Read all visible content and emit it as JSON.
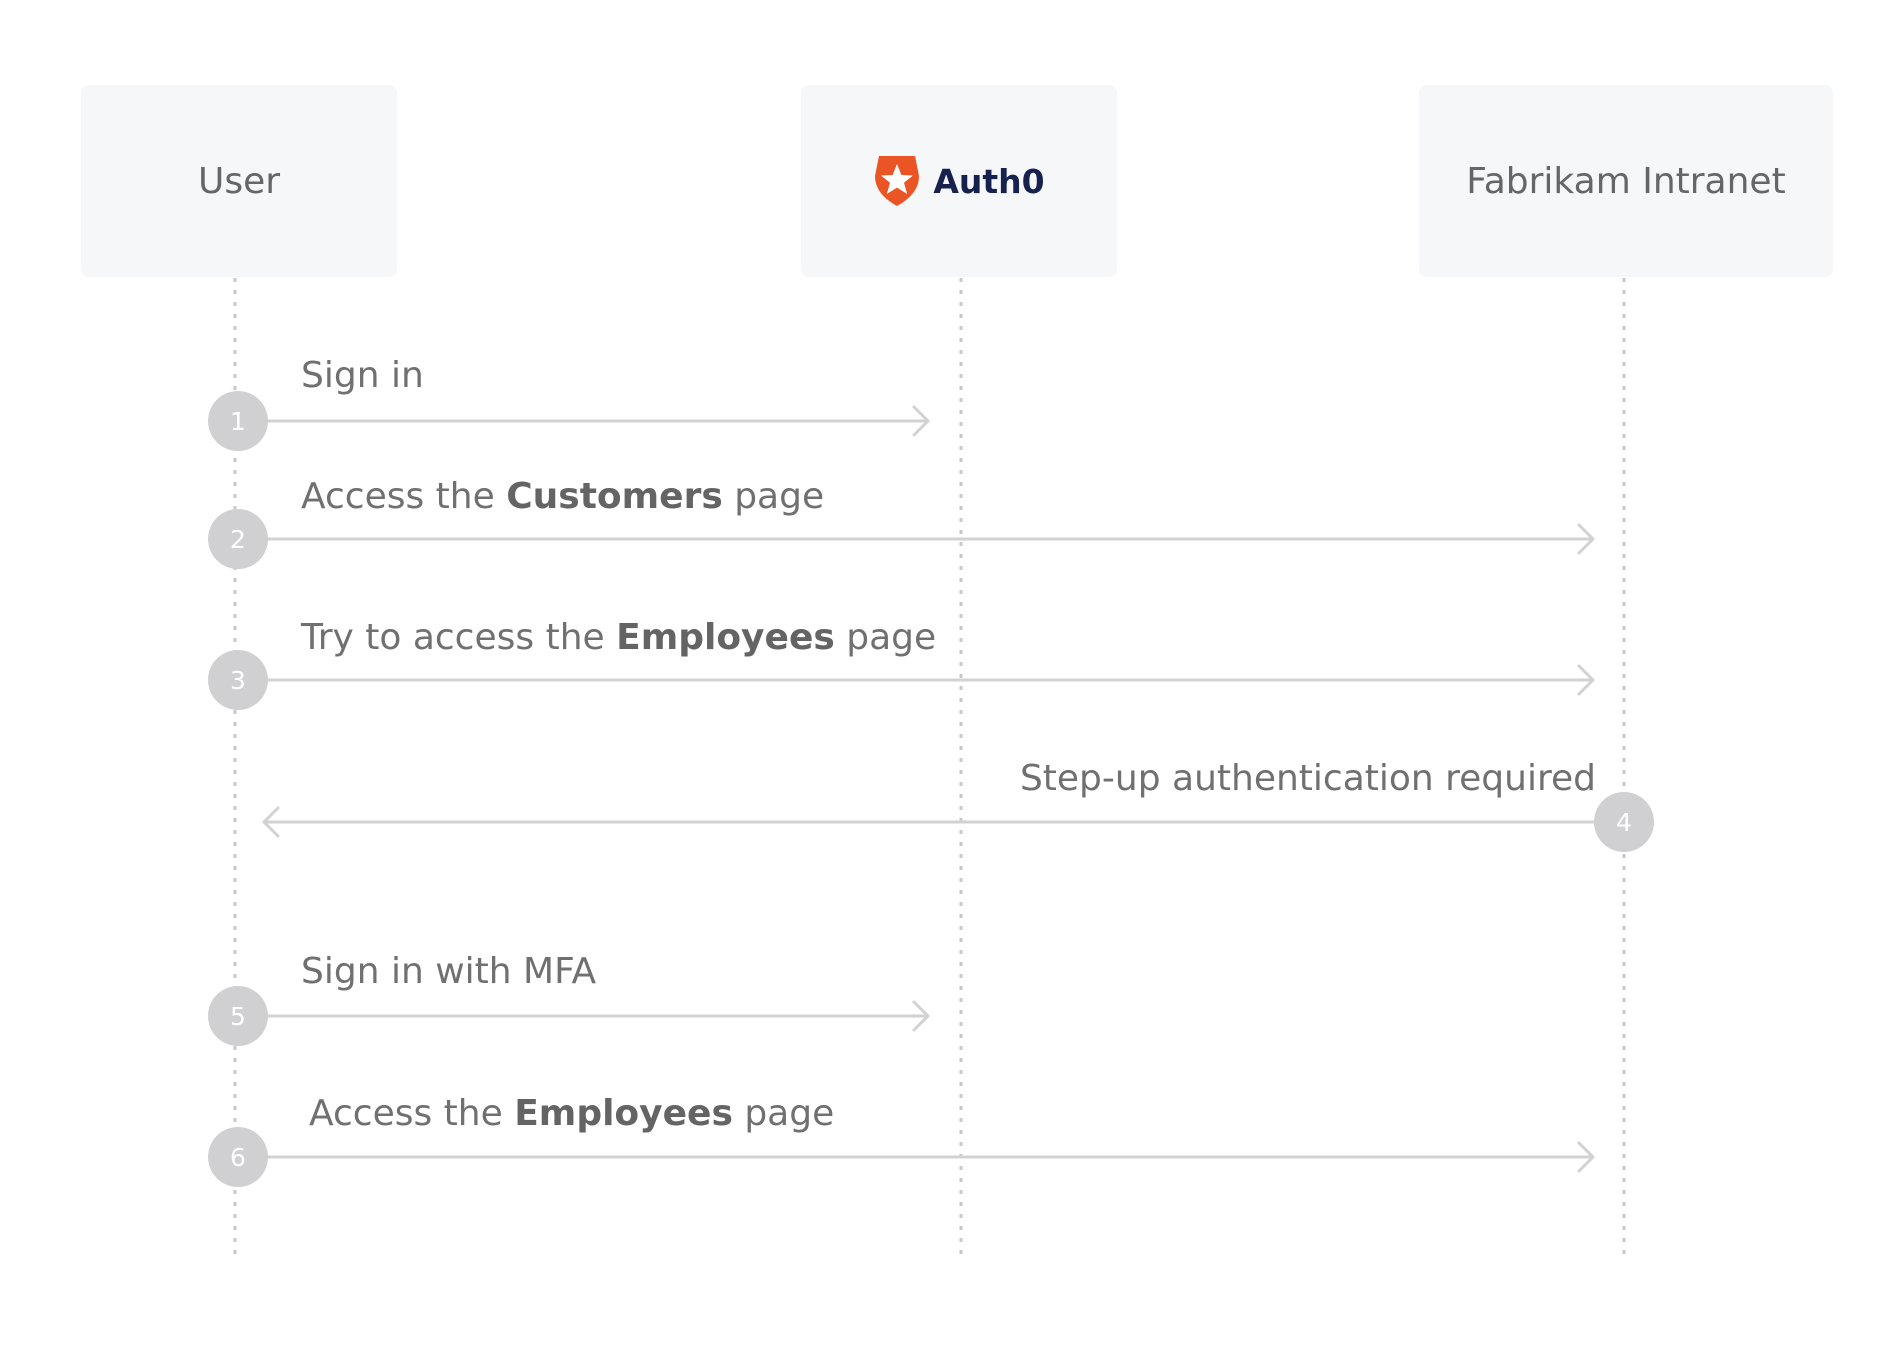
{
  "actors": {
    "user": "User",
    "auth0": "Auth0",
    "intranet": "Fabrikam Intranet"
  },
  "colors": {
    "lifeline": "#c8c8c8",
    "arrow": "#d2d2d2",
    "badge": "#d0d0d2",
    "box": "#f6f7f9",
    "auth0_logo": "#eb5424",
    "auth0_text": "#16214d"
  },
  "steps": [
    {
      "number": "1",
      "from": "user",
      "to": "auth0",
      "label_pre": "Sign in",
      "label_bold": "",
      "label_post": ""
    },
    {
      "number": "2",
      "from": "user",
      "to": "intranet",
      "label_pre": "Access the ",
      "label_bold": "Customers",
      "label_post": " page"
    },
    {
      "number": "3",
      "from": "user",
      "to": "intranet",
      "label_pre": "Try to access the ",
      "label_bold": "Employees",
      "label_post": " page"
    },
    {
      "number": "4",
      "from": "intranet",
      "to": "user",
      "label_pre": "Step-up authentication required",
      "label_bold": "",
      "label_post": ""
    },
    {
      "number": "5",
      "from": "user",
      "to": "auth0",
      "label_pre": "Sign in with MFA",
      "label_bold": "",
      "label_post": ""
    },
    {
      "number": "6",
      "from": "user",
      "to": "intranet",
      "label_pre": "Access the ",
      "label_bold": "Employees",
      "label_post": " page"
    }
  ]
}
